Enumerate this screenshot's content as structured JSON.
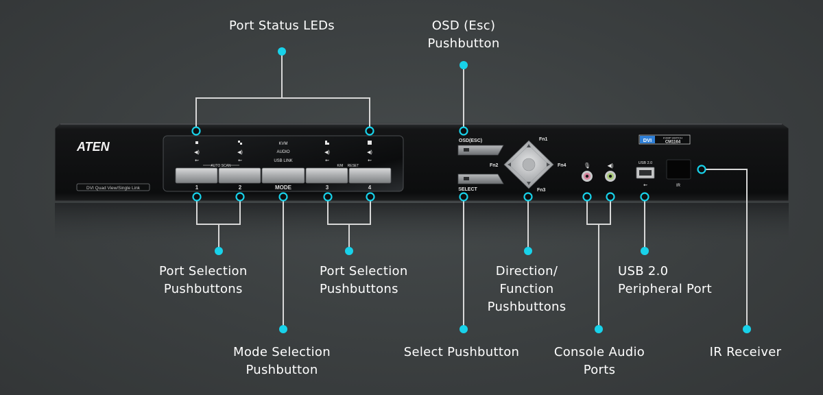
{
  "device": {
    "brand": "ATEN",
    "subtitle": "DVI Quad View/Single Link",
    "badge_dvi": "DVI",
    "badge_type": "KVMP SWITCH",
    "model": "CM1164",
    "panel_labels": {
      "kvm": "KVM",
      "audio": "AUDIO",
      "usb_link": "USB LINK",
      "auto_scan": "AUTO SCAN",
      "kvm_reset": "K/M",
      "reset": "RESET",
      "port1": "1",
      "port2": "2",
      "mode": "MODE",
      "port3": "3",
      "port4": "4",
      "osd": "OSD(ESC)",
      "select": "SELECT",
      "fn1": "Fn1",
      "fn2": "Fn2",
      "fn3": "Fn3",
      "fn4": "Fn4",
      "usb": "USB 2.0",
      "ir": "IR"
    }
  },
  "callouts": {
    "port_status_leds": "Port Status LEDs",
    "osd_line1": "OSD (Esc)",
    "osd_line2": "Pushbutton",
    "port_sel_left_1": "Port Selection",
    "port_sel_left_2": "Pushbuttons",
    "port_sel_right_1": "Port Selection",
    "port_sel_right_2": "Pushbuttons",
    "direction_1": "Direction/",
    "direction_2": "Function",
    "direction_3": "Pushbuttons",
    "usb_1": "USB 2.0",
    "usb_2": "Peripheral Port",
    "mode_1": "Mode Selection",
    "mode_2": "Pushbutton",
    "select": "Select Pushbutton",
    "audio_1": "Console Audio",
    "audio_2": "Ports",
    "ir": "IR Receiver"
  },
  "colors": {
    "accent_cyan": "#18d2ea",
    "leader_line": "#d8d8d8",
    "chassis": "#121314",
    "label_text": "#ffffff"
  }
}
